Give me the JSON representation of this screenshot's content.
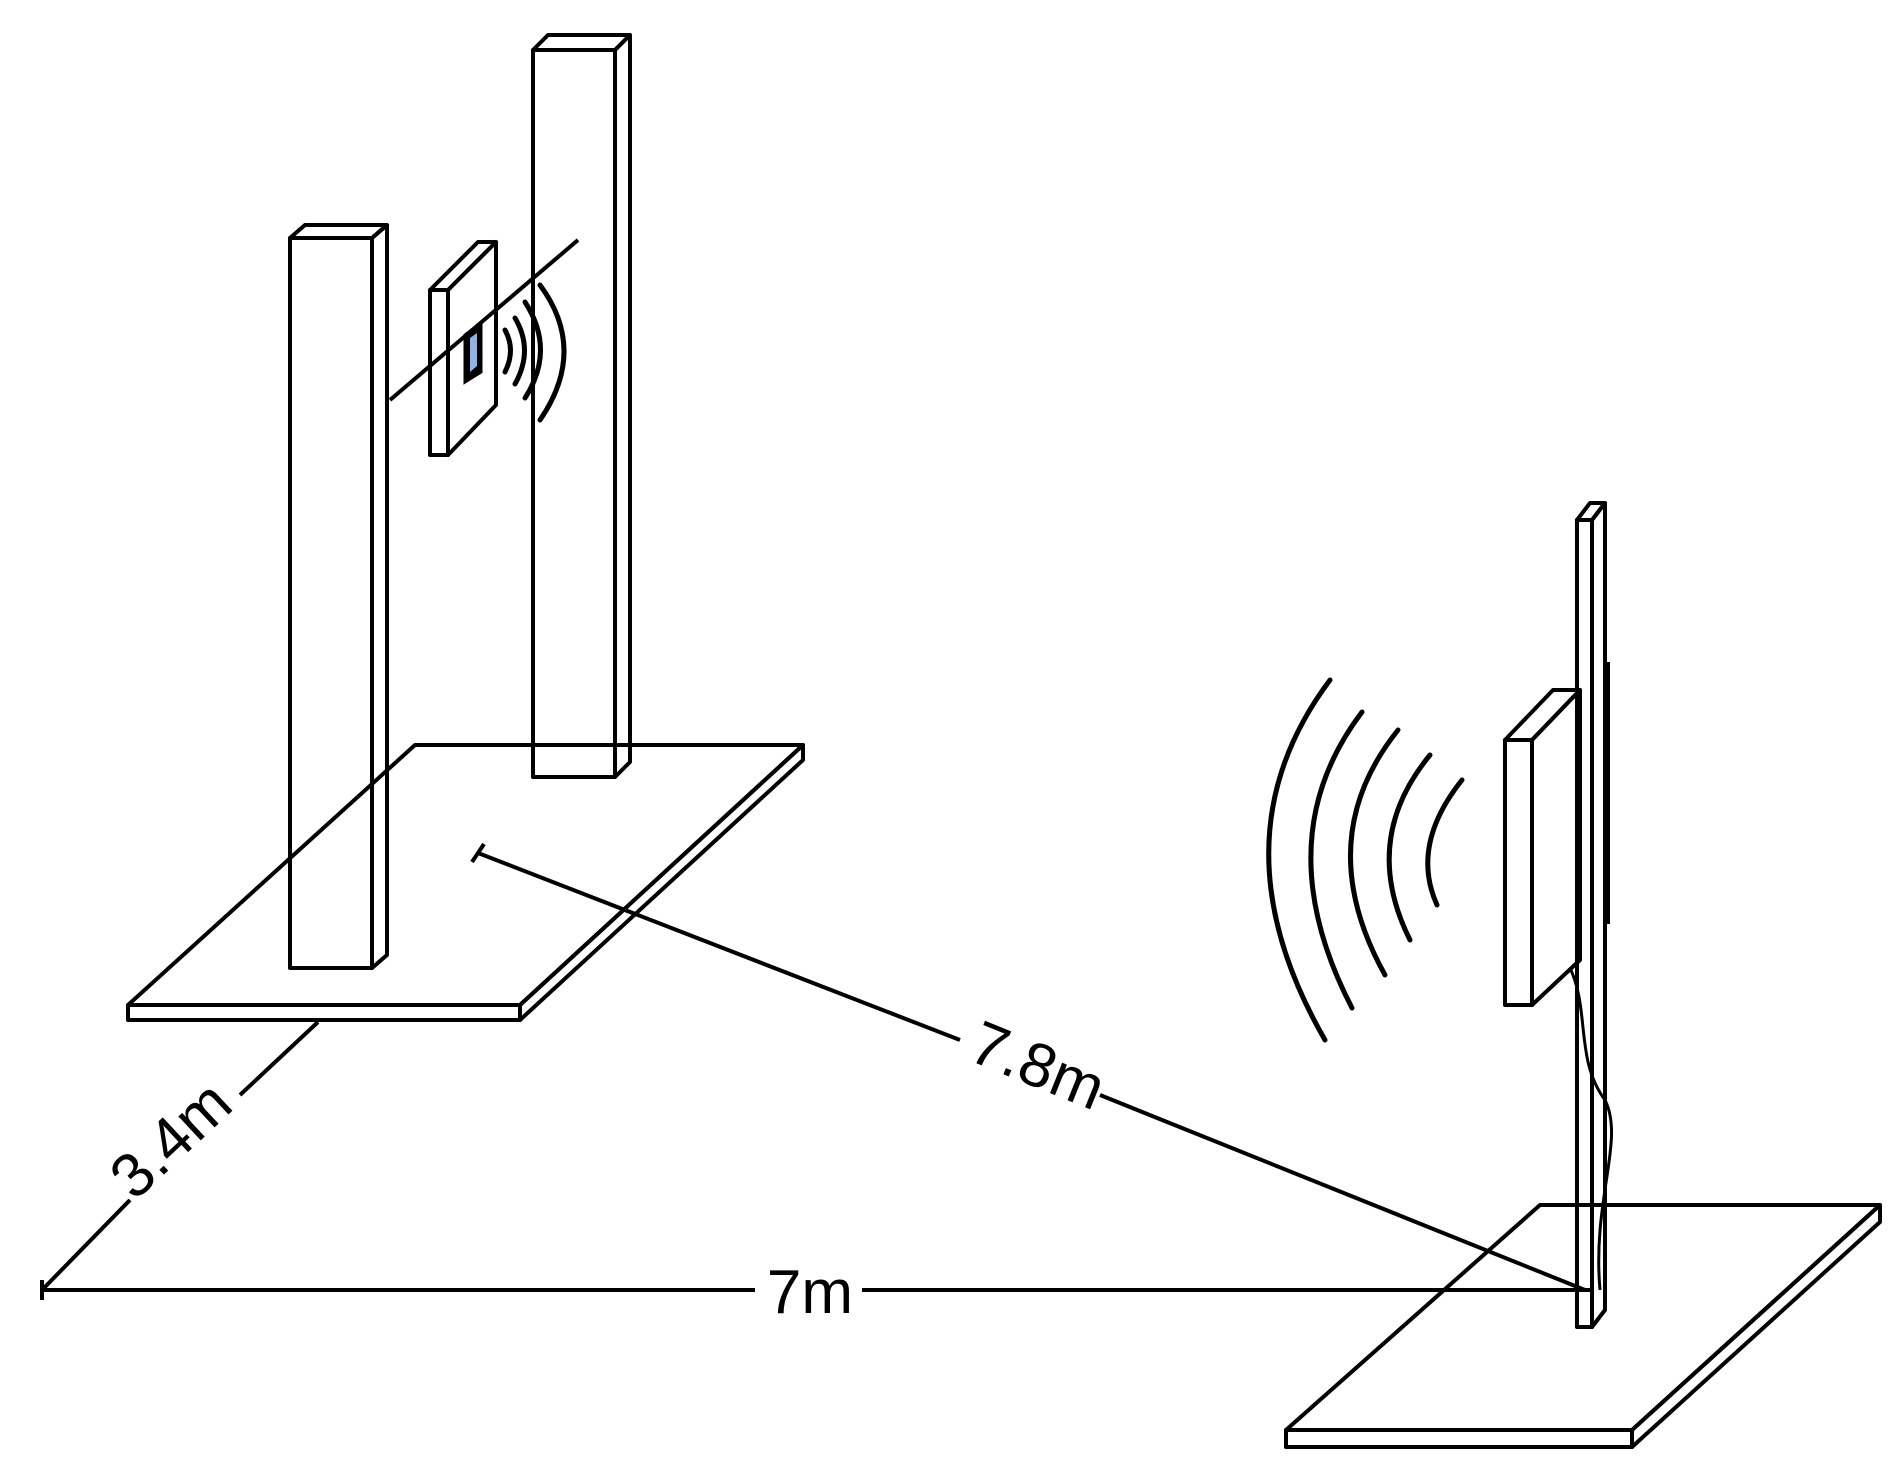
{
  "labels": {
    "depth": "3.4m",
    "width": "7m",
    "diagonal": "7.8m"
  },
  "colors": {
    "floor": "#f7c49c",
    "pillar": "#f0f0f0",
    "pillar_side": "#ffffff",
    "transmitter_front": "#8fb3e6",
    "transmitter_side": "#c9daf2",
    "panel": "#d9d9d9",
    "outline": "#000000"
  },
  "icons": {
    "transmitter_waves": "radio-waves-icon",
    "receiver_waves": "radio-waves-icon"
  }
}
